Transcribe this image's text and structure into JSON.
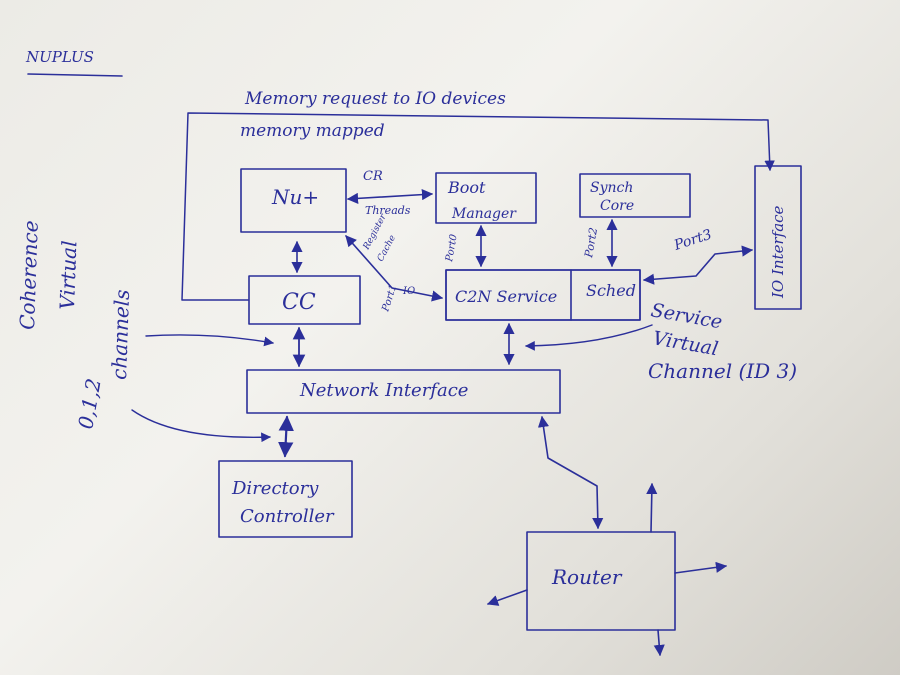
{
  "title": "NUPLUS",
  "annotations": {
    "memory_request_line1": "Memory request to IO devices",
    "memory_request_line2": "memory mapped",
    "coherence_vc_line1": "Coherence",
    "coherence_vc_line2": "Virtual",
    "coherence_vc_line3": "channels",
    "coherence_vc_ids": "0,1,2",
    "service_vc_line1": "Service",
    "service_vc_line2": "Virtual",
    "service_vc_line3": "Channel (ID 3)"
  },
  "blocks": {
    "nu_plus": "Nu+",
    "boot_manager_line1": "Boot",
    "boot_manager_line2": "Manager",
    "synch_core_line1": "Synch",
    "synch_core_line2": "Core",
    "io_interface": "IO Interface",
    "cc": "CC",
    "c2n_service": "C2N Service",
    "sched": "Sched",
    "network_interface": "Network Interface",
    "directory_controller_line1": "Directory",
    "directory_controller_line2": "Controller",
    "router": "Router"
  },
  "edge_labels": {
    "cr": "CR",
    "threads": "Threads",
    "port0": "Port0",
    "port1": "Port1",
    "port2": "Port2",
    "port3": "Port3",
    "io": "IO",
    "cache": "Cache",
    "register": "Register"
  },
  "colors": {
    "ink": "#2b2f9a",
    "paper": "#f1f0ec"
  }
}
